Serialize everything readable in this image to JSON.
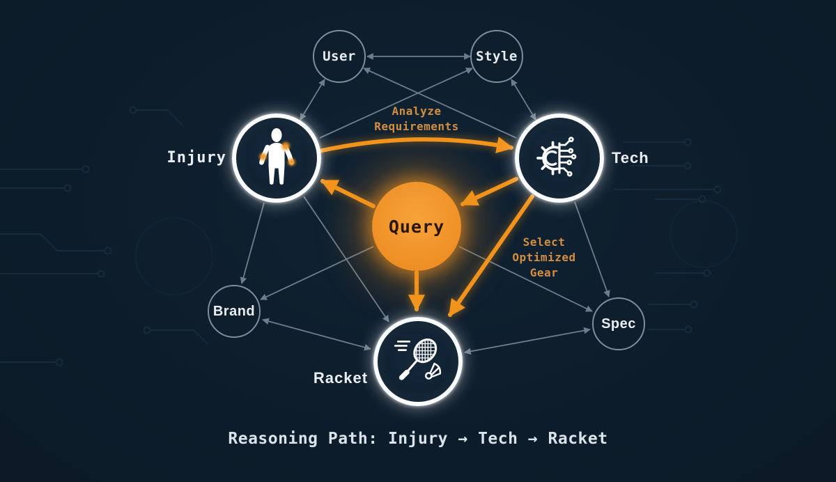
{
  "diagram": {
    "title_caption": "Reasoning Path: Injury → Tech → Racket",
    "nodes": {
      "user": {
        "label": "User"
      },
      "style": {
        "label": "Style"
      },
      "injury": {
        "label": "Injury",
        "icon": "injured-body-icon"
      },
      "tech": {
        "label": "Tech",
        "icon": "gear-circuit-icon"
      },
      "query": {
        "label": "Query"
      },
      "brand": {
        "label": "Brand"
      },
      "spec": {
        "label": "Spec"
      },
      "racket": {
        "label": "Racket",
        "icon": "racket-shuttlecock-icon"
      }
    },
    "edge_labels": {
      "analyze": "Analyze\nRequirements",
      "select": "Select\nOptimized\nGear"
    },
    "colors": {
      "background": "#0D1C2A",
      "accent_orange": "#F2941D",
      "edge_label_orange": "#D28E41",
      "gray_edge": "#8795A5",
      "node_ring_white": "#FAFBFC",
      "text_light": "#E9EEF5",
      "query_text_dark": "#2A1606"
    }
  }
}
